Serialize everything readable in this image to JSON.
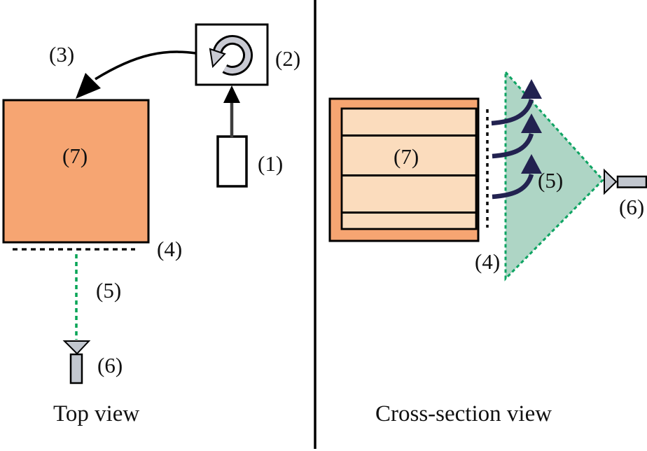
{
  "figure": {
    "left_panel": {
      "title": "Top view",
      "labels": {
        "laser": "(1)",
        "scanner": "(2)",
        "beam_arrow": "(3)",
        "scan_line": "(4)",
        "emission_path": "(5)",
        "detector": "(6)",
        "sample": "(7)"
      }
    },
    "right_panel": {
      "title": "Cross-section view",
      "labels": {
        "scan_line": "(4)",
        "emission_cone": "(5)",
        "detector": "(6)",
        "sample": "(7)"
      }
    },
    "icons": {
      "scanner": "rotation-arrow-icon",
      "detector": "funnel-detector-icon",
      "emission": "curved-up-arrow-icon"
    },
    "colors": {
      "sample_fill": "#F6A572",
      "layer_fill": "#FBDCBD",
      "cone_fill": "#AED5C5",
      "cone_border": "#0FA463",
      "beam_dash_green": "#00A455",
      "emission_arrow_navy": "#222250",
      "device_gray": "#C2C7CF",
      "outline_black": "#000000"
    }
  }
}
